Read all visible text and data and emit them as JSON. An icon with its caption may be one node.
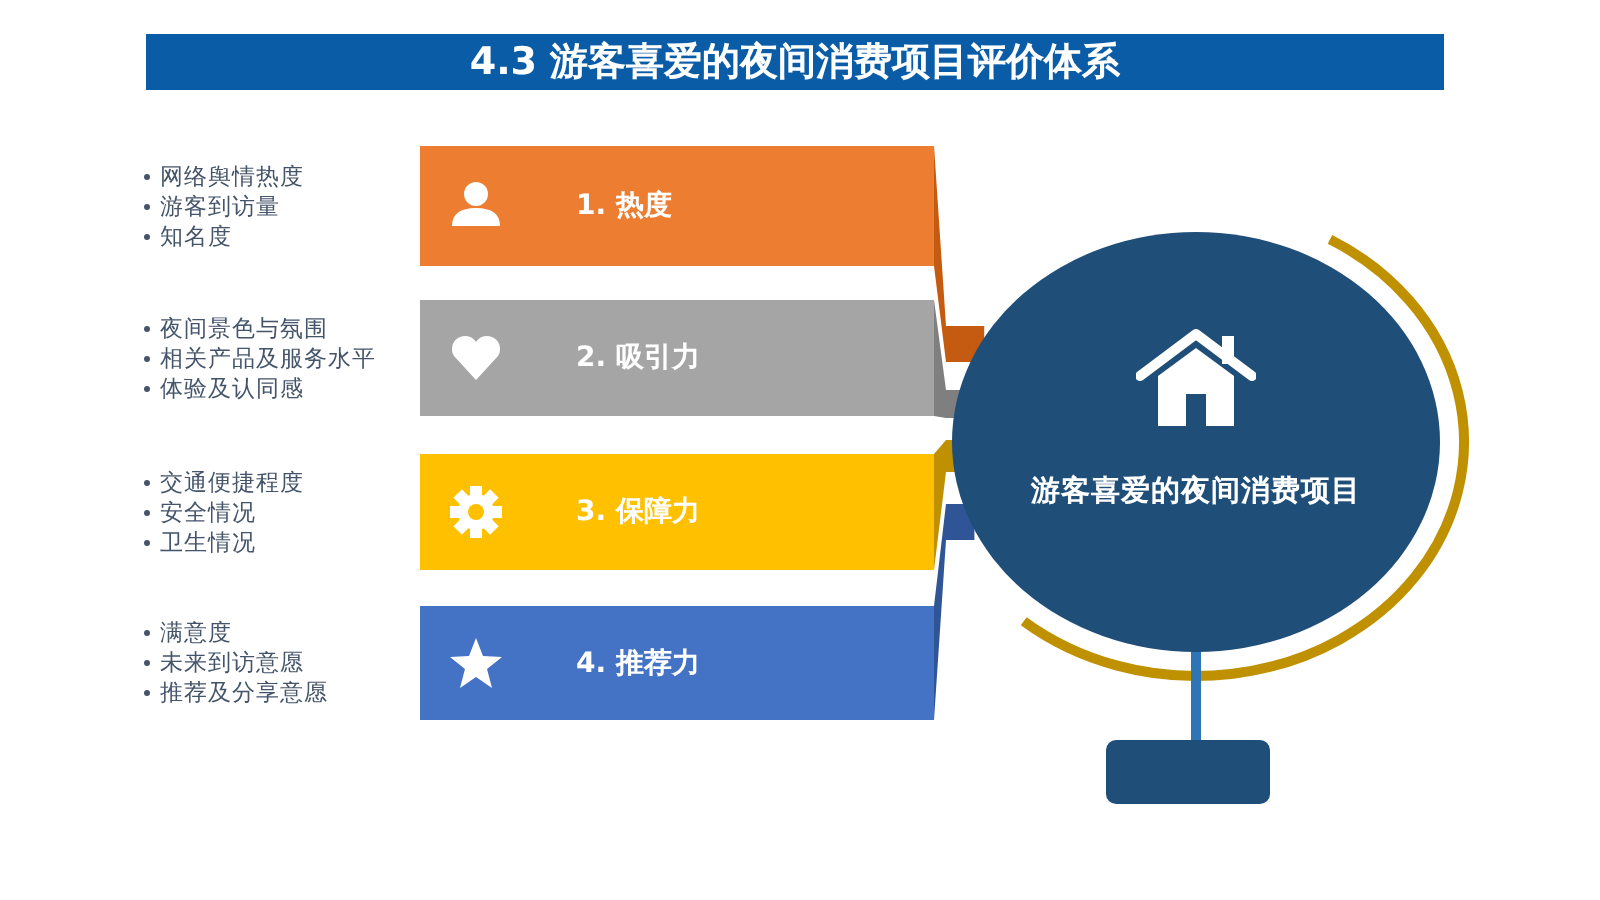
{
  "diagram": {
    "title": "4.3 游客喜爱的夜间消费项目评价体系",
    "nodes": [
      {
        "text": [
          "1. 热度"
        ],
        "beside": [
          "网络舆情热度",
          "游客到访量",
          "知名度"
        ]
      },
      {
        "text": [
          "2.  吸引力"
        ],
        "beside": [
          "夜间景色与氛围",
          "相关产品及服务水平",
          "体验及认同感"
        ]
      },
      {
        "text": [
          "3. 保障力"
        ],
        "beside": [
          "交通便捷程度",
          "安全情况",
          "卫生情况"
        ]
      },
      {
        "text": [
          "4. 推荐力"
        ],
        "beside": [
          "满意度",
          "未来到访意愿",
          "推荐及分享意愿"
        ]
      },
      {
        "text": [
          "游客喜爱的夜间消费项目"
        ]
      }
    ],
    "edges": [
      {
        "from": 0,
        "to": 4,
        "arrow": "none",
        "color": "#c55a11"
      },
      {
        "from": 1,
        "to": 4,
        "arrow": "none",
        "color": "#7f7f7f"
      },
      {
        "from": 2,
        "to": 4,
        "arrow": "none",
        "color": "#bf9000"
      },
      {
        "from": 3,
        "to": 4,
        "arrow": "none",
        "color": "#2f5597"
      }
    ]
  }
}
